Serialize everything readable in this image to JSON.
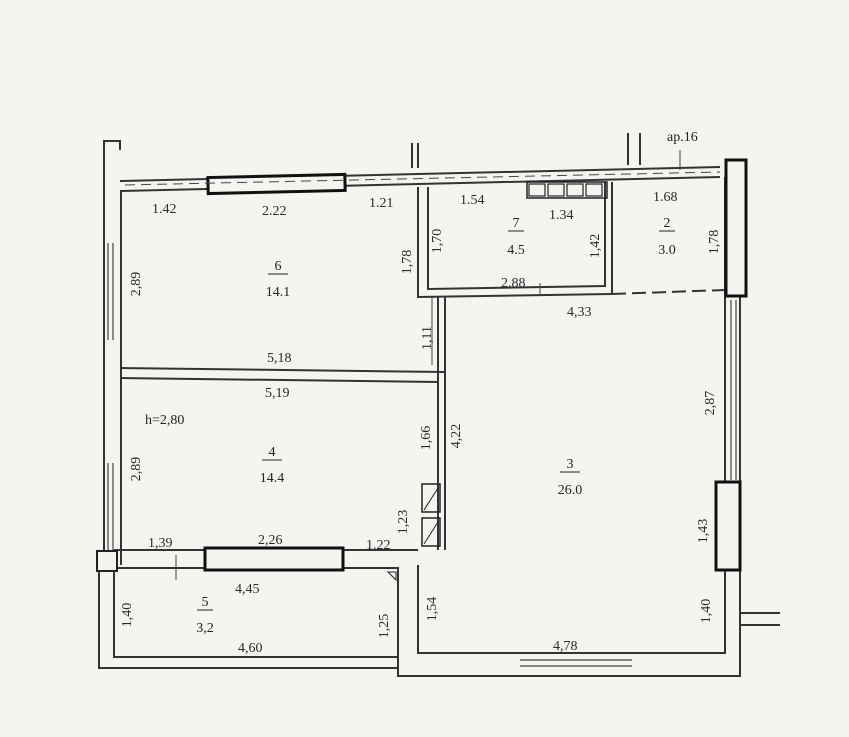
{
  "plan": {
    "apartment_label": "ap.16",
    "height_label": "h=2,80"
  },
  "rooms": [
    {
      "id": "6",
      "num": "6",
      "area": "14.1"
    },
    {
      "id": "7",
      "num": "7",
      "area": "4.5"
    },
    {
      "id": "2",
      "num": "2",
      "area": "3.0"
    },
    {
      "id": "4",
      "num": "4",
      "area": "14.4"
    },
    {
      "id": "3",
      "num": "3",
      "area": "26.0"
    },
    {
      "id": "5",
      "num": "5",
      "area": "3,2"
    }
  ],
  "dimensions": {
    "d_1_42": "1.42",
    "d_2_22": "2.22",
    "d_1_21": "1.21",
    "d_1_54_top": "1.54",
    "d_1_34": "1.34",
    "d_1_68": "1.68",
    "d_1_70": "1,70",
    "d_1_78_left": "1,78",
    "d_1_42_v": "1,42",
    "d_1_78_right": "1,78",
    "d_2_89_top": "2,89",
    "d_2_88": "2.88",
    "d_4_33": "4,33",
    "d_1_11": "1,11",
    "d_5_18": "5,18",
    "d_5_19": "5,19",
    "d_1_66": "1,66",
    "d_4_22": "4,22",
    "d_2_87": "2,87",
    "d_2_89_mid": "2,89",
    "d_1_23": "1,23",
    "d_1_43": "1,43",
    "d_1_39": "1,39",
    "d_2_26": "2,26",
    "d_1_22": "1.22",
    "d_4_45": "4,45",
    "d_1_40_left": "1,40",
    "d_1_25": "1,25",
    "d_1_54_low": "1,54",
    "d_4_60": "4,60",
    "d_4_78": "4,78",
    "d_1_40_right": "1,40"
  }
}
